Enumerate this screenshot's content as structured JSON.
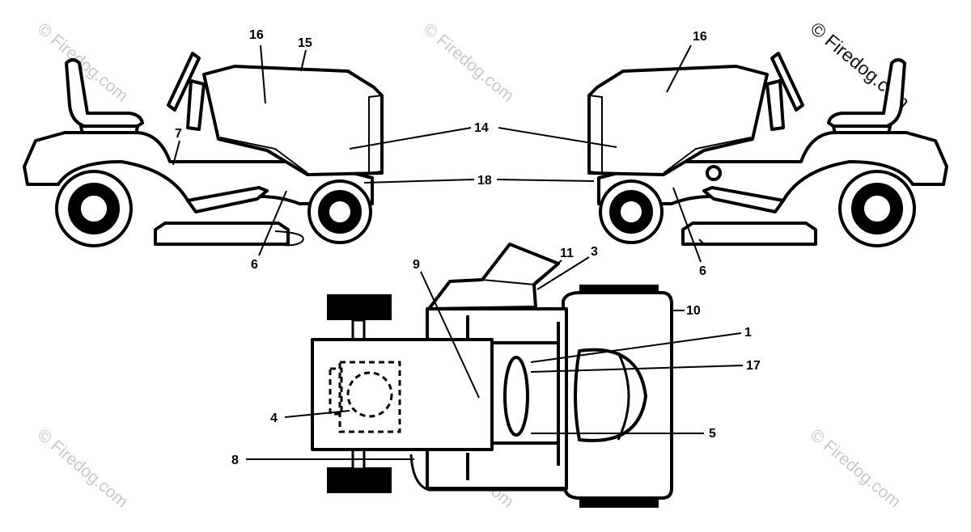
{
  "watermark": {
    "text": "© Firedog.com",
    "corner_text": "© Firedog.com"
  },
  "callouts": {
    "left_view": {
      "c16": "16",
      "c15": "15",
      "c7": "7",
      "c14": "14",
      "c18": "18",
      "c6": "6"
    },
    "right_view": {
      "c16": "16",
      "c6": "6"
    },
    "top_view": {
      "c9": "9",
      "c11": "11",
      "c3": "3",
      "c10": "10",
      "c1": "1",
      "c17": "17",
      "c4": "4",
      "c5": "5",
      "c8": "8"
    }
  }
}
